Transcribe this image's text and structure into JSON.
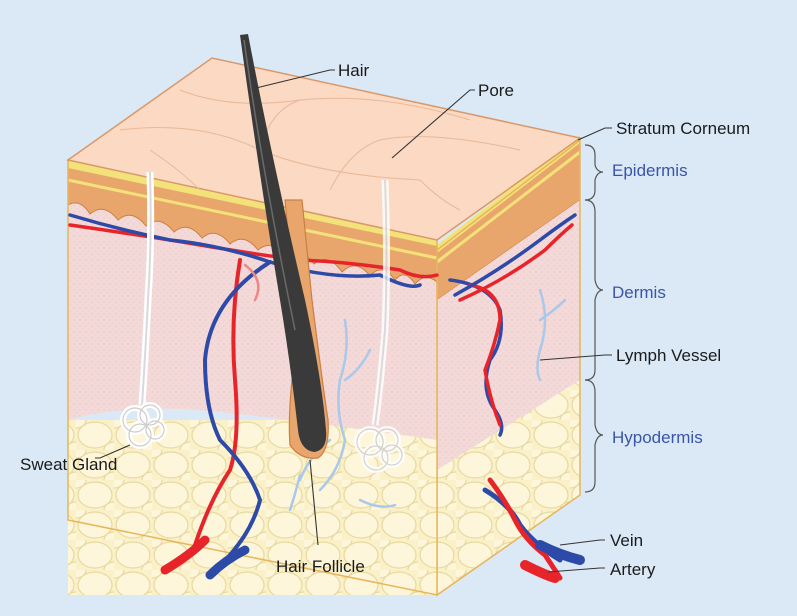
{
  "labels": {
    "hair": "Hair",
    "pore": "Pore",
    "stratum_corneum": "Stratum Corneum",
    "epidermis": "Epidermis",
    "dermis": "Dermis",
    "lymph_vessel": "Lymph Vessel",
    "hypodermis": "Hypodermis",
    "sweat_gland": "Sweat Gland",
    "hair_follicle": "Hair Follicle",
    "vein": "Vein",
    "artery": "Artery"
  },
  "colors": {
    "background": "#dbe9f7",
    "skin_top": "#fbd9c2",
    "epidermis": "#e9a66c",
    "stratum": "#f3e27a",
    "dermis": "#f4d9d9",
    "hypodermis": "#fbf1c9",
    "artery": "#e8242b",
    "vein": "#2d4aa8",
    "lymph": "#a9c8ea",
    "hair": "#3a3a3a",
    "follicle": "#e9a66c",
    "layer_label": "#3a55a8"
  }
}
